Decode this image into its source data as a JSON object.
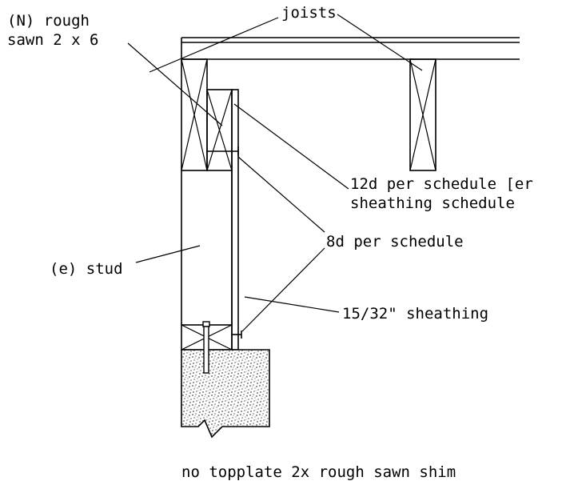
{
  "labels": {
    "rough_line1": "(N) rough",
    "rough_line2": "sawn 2 x 6",
    "joists": "joists",
    "nail12_line1": "12d per schedule [er",
    "nail12_line2": "sheathing schedule",
    "nail8": "8d per schedule",
    "stud": "(e) stud",
    "sheathing": "15/32\" sheathing",
    "bottom_note": "no topplate 2x rough sawn shim"
  }
}
